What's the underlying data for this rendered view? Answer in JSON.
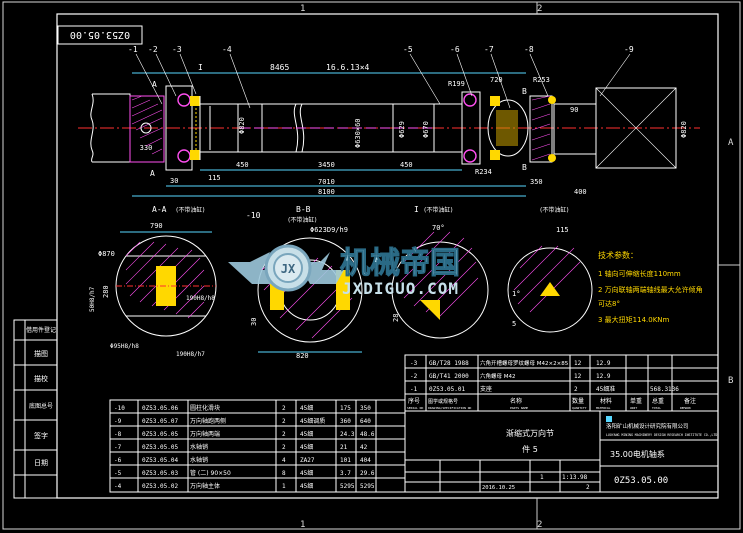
{
  "drawing_no_rotated": "0Z53.05.00",
  "grid_numbers": {
    "top_1": "1",
    "top_2": "2",
    "right_A": "A",
    "right_B": "B",
    "bottom_1": "1",
    "bottom_2": "2"
  },
  "part_callouts": [
    "-1",
    "-2",
    "-3",
    "-4",
    "-5",
    "-6",
    "-7",
    "-8",
    "-9",
    "-10"
  ],
  "section_marks": {
    "A_top": "A",
    "A_bot": "A",
    "I_top": "I",
    "B_top": "B",
    "B_bot": "B"
  },
  "dims": {
    "d8465": "8465",
    "thread": "16.6.13×4",
    "d450a": "450",
    "d3450": "3450",
    "d450b": "450",
    "d7010": "7010",
    "d8100": "8100",
    "d115": "115",
    "d30": "30",
    "d330": "330",
    "d350": "350",
    "d400": "400",
    "r199": "R199",
    "d720": "720",
    "r253": "R253",
    "r234": "R234",
    "phi820": "Φ820",
    "phi630": "Φ630×60",
    "phi629": "Φ629",
    "phi670": "Φ670",
    "d90": "90",
    "phi820b": "Φ820"
  },
  "sections": {
    "aa_title": "A-A",
    "aa_note": "(不带油缸)",
    "d790": "790",
    "phi870": "Φ870",
    "d280": "280",
    "d50": "50H8/h7",
    "d190a": "190H8/h8",
    "d190b": "190H8/h7",
    "d95": "Φ95H8/h8",
    "bb_title": "B-B",
    "bb_note": "(不带油缸)",
    "phi_b": "Φ623D9/h9",
    "d30b": "30",
    "d820b": "820",
    "i_title": "I",
    "i_note": "(不带油缸)",
    "deg70": "70°",
    "d28": "28",
    "d115b": "115",
    "deg1": "1°",
    "d5": "5"
  },
  "tech_params": {
    "title": "技术参数：",
    "l1": "1 轴向可伸缩长度110mm",
    "l2": "2 万向联轴两端轴线最大允许倾角",
    "l2b": "可达8°",
    "l3": "3 最大扭矩114.0KNm"
  },
  "watermark": {
    "cn": "机械帝国",
    "en": "JXDIGUO.COM",
    "logo": "JX"
  },
  "left_sidebar": [
    "借用件登记",
    "描图",
    "描校",
    "底图总号",
    "签字",
    "日期"
  ],
  "bom_right": [
    [
      "-3",
      "GB/T28 1988",
      "六角开槽螺母罗纹螺母 M42×2×85",
      "12",
      "12.9",
      ""
    ],
    [
      "-2",
      "GB/T41 2000",
      "六角螺母 M42",
      "12",
      "12.9",
      ""
    ],
    [
      "-1",
      "0Z53.05.01",
      "支座",
      "2",
      "45细准",
      "568.3136"
    ]
  ],
  "bom_header": [
    "序号",
    "图学或规格号",
    "名称",
    "数量",
    "材料",
    "单重",
    "总重",
    "备注"
  ],
  "bom_header_en": [
    "SERIAL NO",
    "DRAWING/SPECIFICATION NO",
    "PARTS NAME",
    "QUANTITY",
    "MATERIAL",
    "UNIT",
    "TOTAL",
    "REMARK"
  ],
  "bom_left": [
    [
      "-10",
      "0Z53.05.06",
      "圆柱化滑块",
      "2",
      "45细",
      "175",
      "350"
    ],
    [
      "-9",
      "0Z53.05.07",
      "万向轴跑两侧",
      "2",
      "45细调质",
      "360",
      "640"
    ],
    [
      "-8",
      "0Z53.05.05",
      "万向轴两端",
      "2",
      "45细",
      "24.3",
      "48.6"
    ],
    [
      "-7",
      "0Z53.05.05",
      "水轴销",
      "2",
      "45细",
      "21",
      "42"
    ],
    [
      "-6",
      "0Z53.05.04",
      "水轴销",
      "4",
      "ZA27",
      "101",
      "404"
    ],
    [
      "-5",
      "0Z53.05.03",
      "管 (二)  90×50",
      "8",
      "45细",
      "3.7",
      "29.6"
    ],
    [
      "-4",
      "0Z53.05.02",
      "万向轴主体",
      "1",
      "45细",
      "5295",
      "5295"
    ]
  ],
  "title_block": {
    "name": "渐缩式万向节",
    "assembly": "件 5",
    "company": "洛阳矿山机械设计研究院有限公司",
    "company_en": "LUOYANG MINING MACHINERY DESIGN RESEARCH INSTITUTE CO.,LTD",
    "product": "35.00电机轴系",
    "drawing_no": "0Z53.05.00",
    "scale": "1:13.98",
    "sheet": "2",
    "date": "2016.10.25",
    "mark": "1"
  }
}
